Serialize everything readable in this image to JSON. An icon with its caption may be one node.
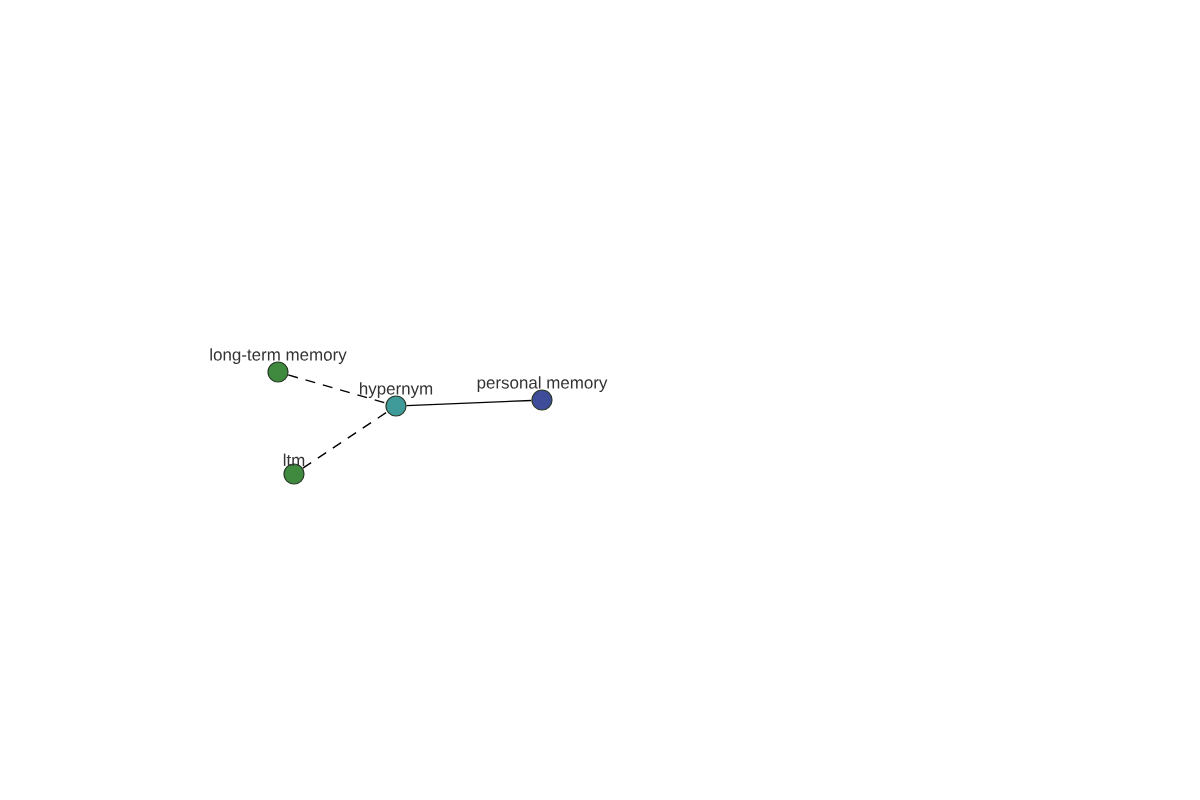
{
  "diagram": {
    "nodes": [
      {
        "text": [
          "long-term memory"
        ]
      },
      {
        "text": [
          "hypernym"
        ]
      },
      {
        "text": [
          "personal memory"
        ]
      },
      {
        "text": [
          "ltm"
        ]
      }
    ],
    "edges": [
      {
        "from": 1,
        "to": 2,
        "arrow": "none"
      },
      {
        "from": 0,
        "to": 1,
        "arrow": "none",
        "style": "dashed"
      },
      {
        "from": 3,
        "to": 1,
        "arrow": "none",
        "style": "dashed"
      }
    ]
  }
}
